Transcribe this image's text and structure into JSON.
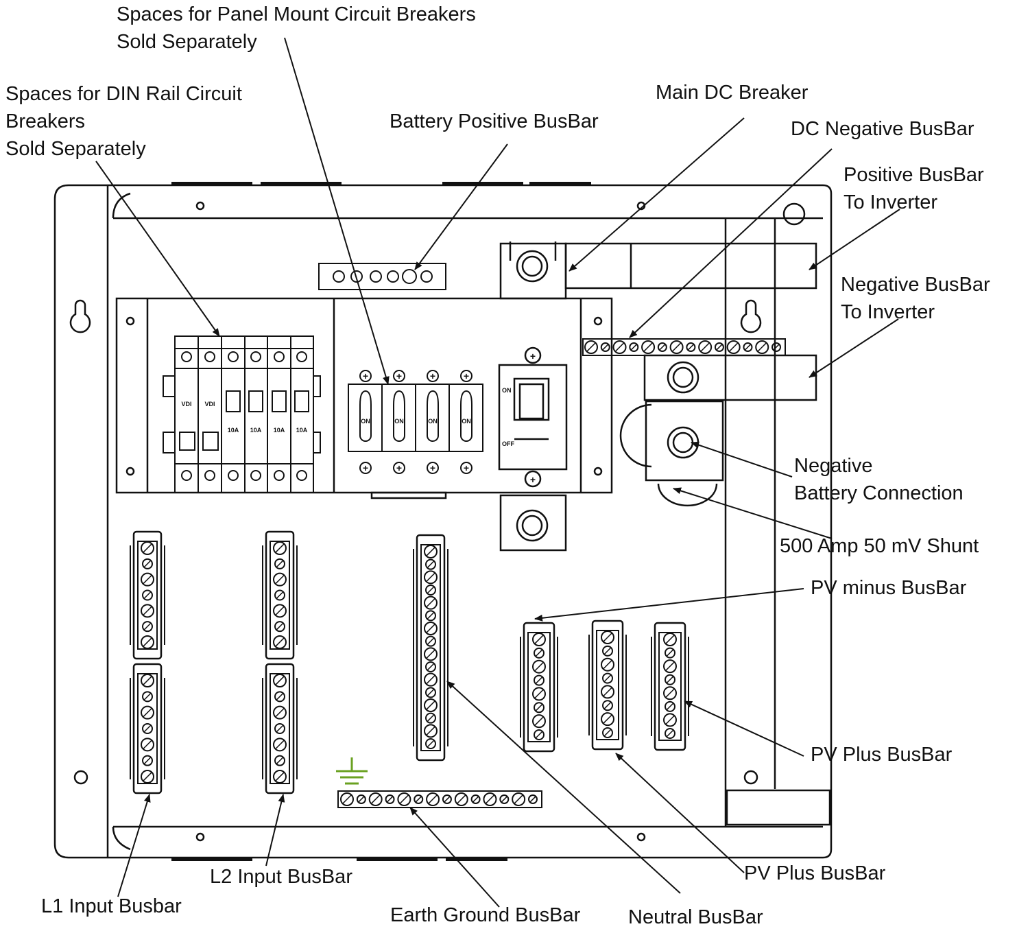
{
  "labels": {
    "panel_mount": [
      "Spaces for Panel Mount Circuit Breakers",
      "Sold Separately"
    ],
    "din_rail": [
      "Spaces for DIN Rail Circuit",
      "Breakers",
      "Sold Separately"
    ],
    "battery_positive": "Battery Positive BusBar",
    "main_dc_breaker": "Main DC Breaker",
    "dc_negative": "DC Negative BusBar",
    "positive_inverter": [
      "Positive BusBar",
      "To Inverter"
    ],
    "negative_inverter": [
      "Negative BusBar",
      "To Inverter"
    ],
    "negative_battery": [
      "Negative",
      "Battery Connection"
    ],
    "shunt": "500 Amp 50 mV Shunt",
    "pv_minus": "PV minus BusBar",
    "pv_plus_right": "PV Plus BusBar",
    "pv_plus_bottom": "PV Plus BusBar",
    "neutral": "Neutral BusBar",
    "earth_ground": "Earth Ground BusBar",
    "l2_input": "L2 Input BusBar",
    "l1_input": "L1 Input Busbar"
  },
  "device_markings": {
    "din_breaker_small": [
      "VDI",
      "VDI"
    ],
    "din_breaker_amps": [
      "10A",
      "10A",
      "10A",
      "10A"
    ],
    "panel_breakers": [
      "ON",
      "ON",
      "ON",
      "ON"
    ],
    "main_breaker": [
      "ON",
      "OFF"
    ],
    "plus_sign": "+"
  },
  "colors": {
    "line": "#111111",
    "ground_symbol": "#6aa121",
    "background": "#ffffff"
  }
}
